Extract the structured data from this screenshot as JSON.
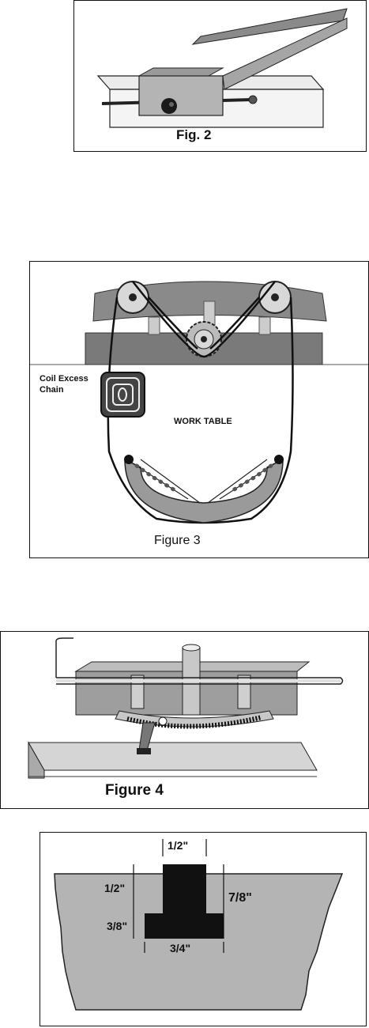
{
  "figures": {
    "fig2": {
      "caption": "Fig. 2"
    },
    "fig3": {
      "caption": "Figure 3",
      "coil_label_line1": "Coil Excess",
      "coil_label_line2": "Chain",
      "table_label": "WORK TABLE"
    },
    "fig4": {
      "caption": "Figure 4"
    },
    "fig5": {
      "dim_top_width": "1/2\"",
      "dim_top_depth": "1/2\"",
      "dim_total_depth": "7/8\"",
      "dim_bottom_depth": "3/8\"",
      "dim_bottom_width": "3/4\""
    }
  },
  "colors": {
    "line": "#111111",
    "gray_light": "#bdbdbd",
    "gray_mid": "#8f8f8f",
    "gray_dark": "#5a5a5a"
  }
}
